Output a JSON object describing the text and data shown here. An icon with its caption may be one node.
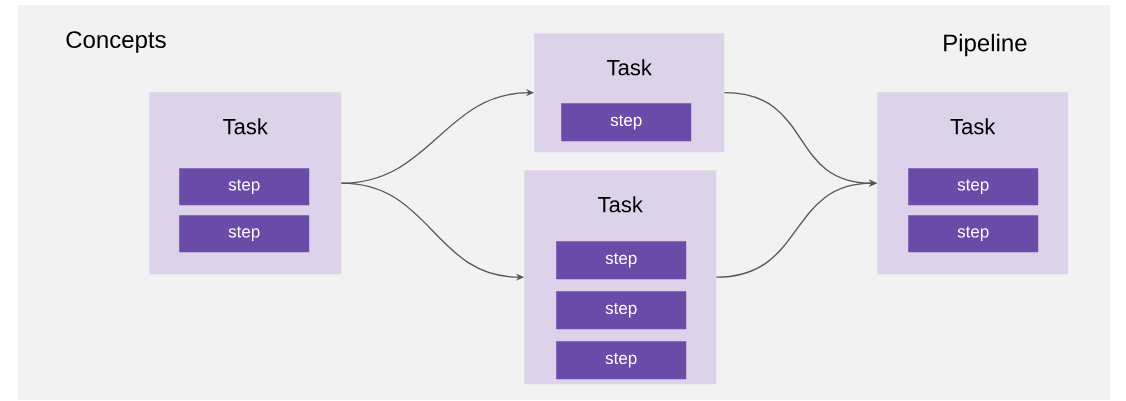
{
  "diagram": {
    "title": "Concepts",
    "nodes": [
      {
        "text": [
          "Task"
        ]
      },
      {
        "text": [
          "step"
        ],
        "in": 0
      },
      {
        "text": [
          "step"
        ],
        "in": 0
      },
      {
        "text": [
          "Task"
        ]
      },
      {
        "text": [
          "step"
        ],
        "in": 3
      },
      {
        "text": [
          "Task"
        ]
      },
      {
        "text": [
          "step"
        ],
        "in": 5
      },
      {
        "text": [
          "step"
        ],
        "in": 5
      },
      {
        "text": [
          "step"
        ],
        "in": 5
      },
      {
        "text": [
          "Task"
        ]
      },
      {
        "text": [
          "step"
        ],
        "in": 9
      },
      {
        "text": [
          "step"
        ],
        "in": 9
      }
    ],
    "edges": [
      {
        "from": 0,
        "to": 3,
        "arrow": "to"
      },
      {
        "from": 0,
        "to": 5,
        "arrow": "to"
      },
      {
        "from": 3,
        "to": 9,
        "arrow": "to"
      },
      {
        "from": 5,
        "to": 9,
        "arrow": "to"
      }
    ],
    "labels": [
      "Pipeline"
    ]
  }
}
